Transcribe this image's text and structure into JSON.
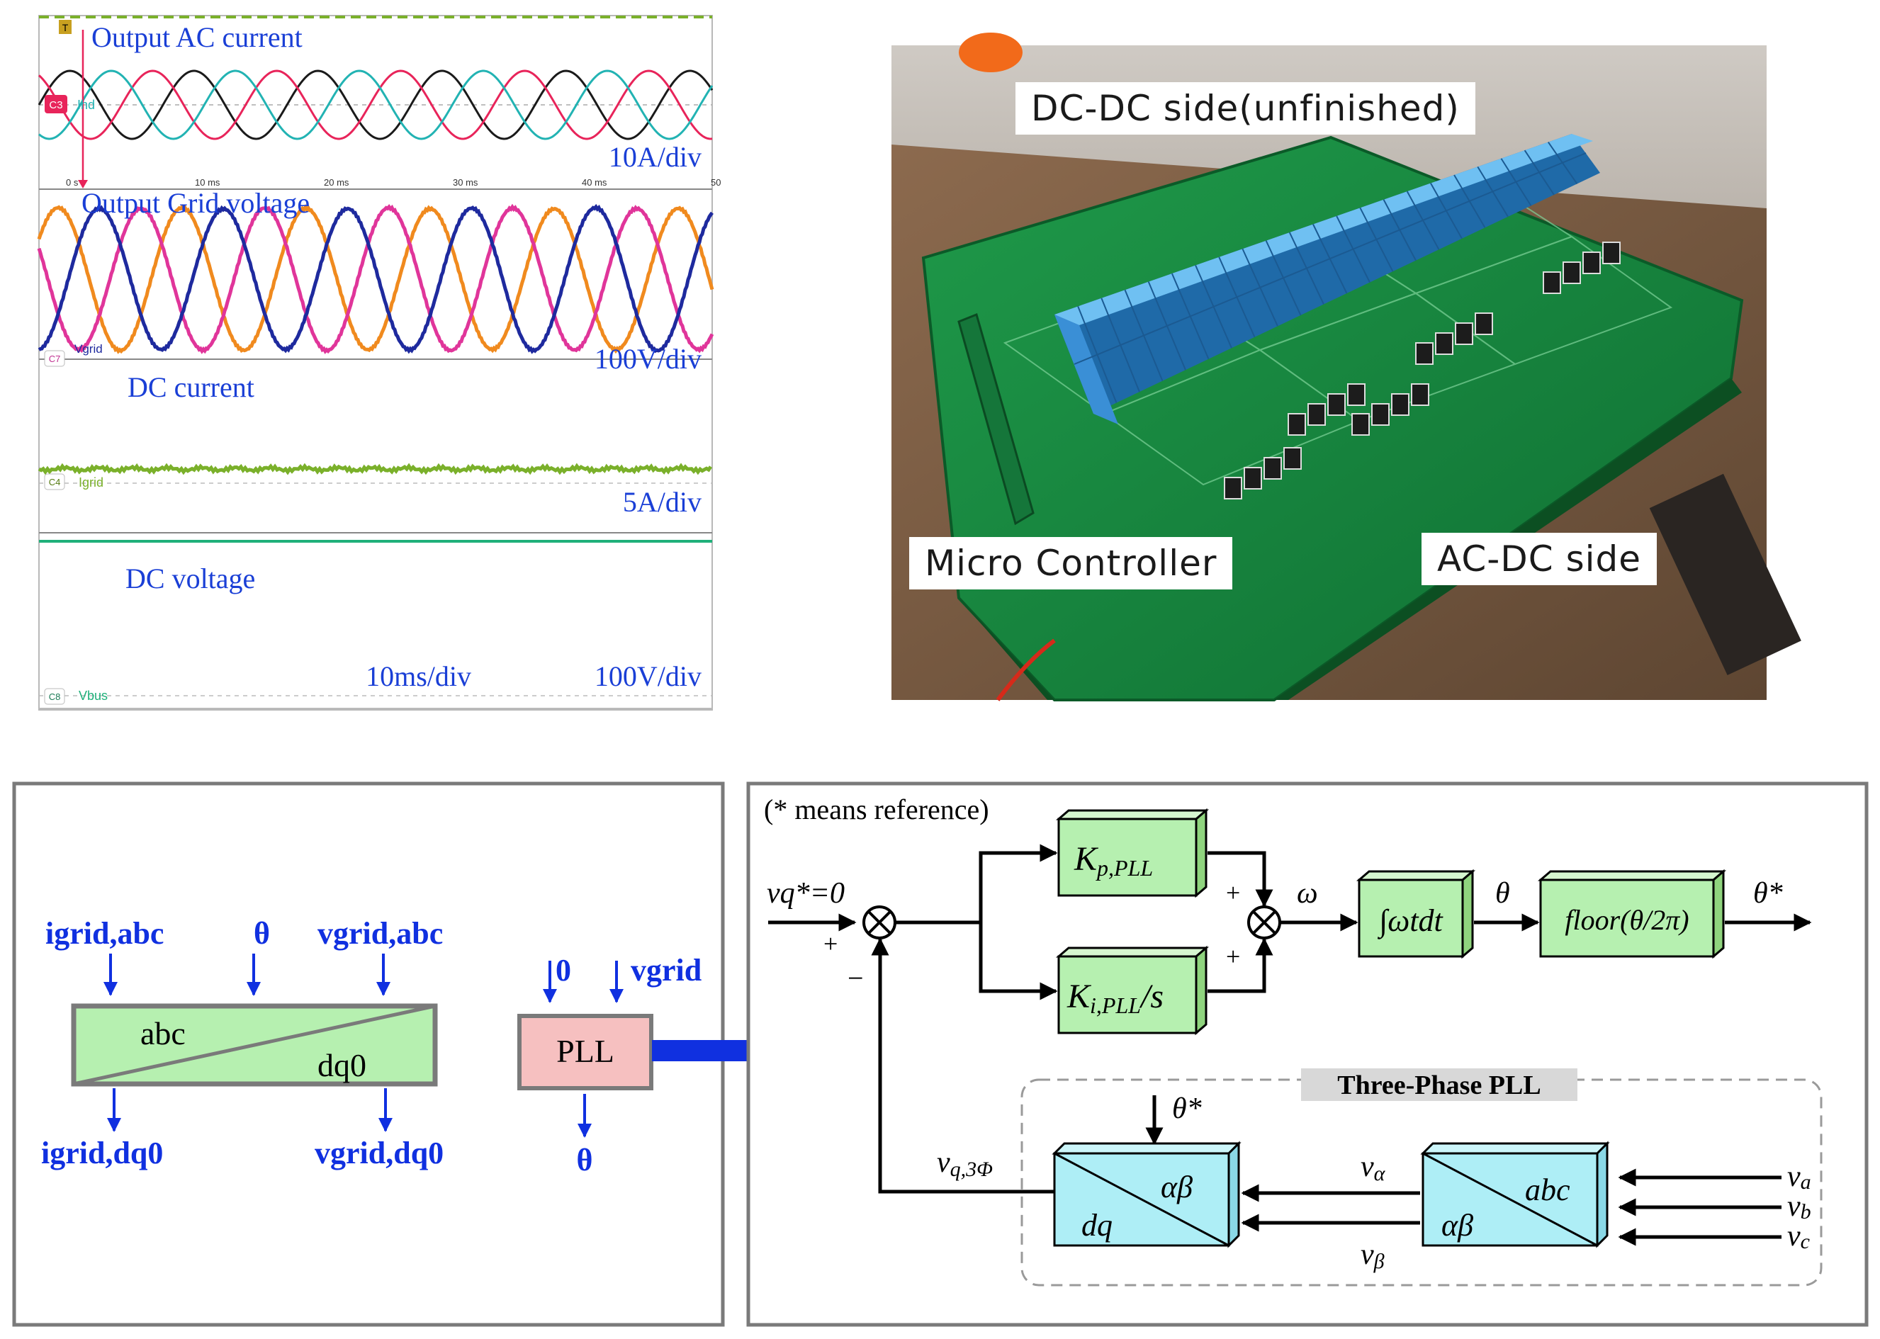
{
  "scope": {
    "traces": {
      "ac_current": "Output AC current",
      "grid_voltage": "Output Grid voltage",
      "dc_current": "DC current",
      "dc_voltage": "DC voltage"
    },
    "scales": {
      "ac_current": "10A/div",
      "grid_voltage": "100V/div",
      "dc_current": "5A/div",
      "dc_voltage": "100V/div",
      "time": "10ms/div"
    },
    "channels": {
      "c3": "C3",
      "c7": "C7",
      "c4": "C4",
      "c8": "C8"
    },
    "channel_tags": {
      "ac_current": "Ihd",
      "grid_voltage": "Vgrid",
      "dc_current": "Igrid",
      "dc_voltage": "Vbus"
    },
    "trigger_marker": "T",
    "time_ticks": [
      "0 s",
      "10 ms",
      "20 ms",
      "30 ms",
      "40 ms",
      "50"
    ],
    "colors": {
      "phase_a": "#1a1a1a",
      "phase_b": "#e8245a",
      "phase_c": "#22b3b3",
      "grid_a": "#f08a1e",
      "grid_b": "#e0359a",
      "grid_c": "#1e2a9e",
      "dc_current": "#7ab02a",
      "dc_voltage": "#1fb07a",
      "label": "#1a3fd6"
    }
  },
  "photo": {
    "dc_dc_label": "DC-DC side(unfinished)",
    "micro_label": "Micro Controller",
    "ac_dc_label": "AC-DC side"
  },
  "transform": {
    "in_current": "igrid,abc",
    "theta": "θ",
    "in_voltage": "vgrid,abc",
    "abc": "abc",
    "dq0": "dq0",
    "out_current": "igrid,dq0",
    "out_voltage": "vgrid,dq0",
    "pll_in_theta": "0",
    "pll_in_vgrid": "vgrid",
    "pll": "PLL",
    "pll_out": "θ"
  },
  "pll_diagram": {
    "note": "(* means reference)",
    "vq_ref": "vq*=0",
    "plus": "+",
    "minus": "−",
    "kp": "p,PLL",
    "kp_base": "K",
    "ki": "i,PLL",
    "ki_base": "K",
    "ki_suffix": "/s",
    "omega": "ω",
    "integrator": "∫ωtdt",
    "theta": "θ",
    "floor": "floor(θ/2π)",
    "theta_star": "θ*",
    "group_title": "Three-Phase PLL",
    "theta_star_in": "θ*",
    "vq3": "q,3Φ",
    "v": "v",
    "alpha_beta": "αβ",
    "dq": "dq",
    "abc": "abc",
    "v_alpha_sub": "α",
    "v_beta_sub": "β",
    "va_sub": "a",
    "vb_sub": "b",
    "vc_sub": "c"
  }
}
